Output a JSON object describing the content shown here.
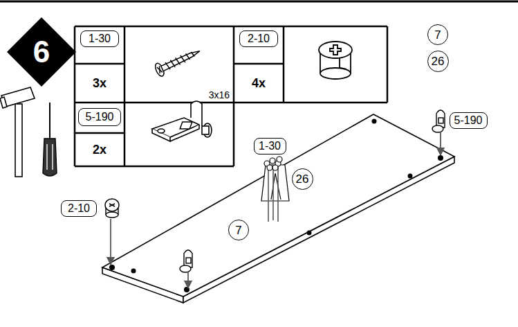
{
  "diagram": {
    "nodes": [
      {
        "text": [
          "6"
        ]
      },
      {
        "text": [
          "1-30"
        ]
      },
      {
        "text": [
          "3x"
        ]
      },
      {
        "text": [
          "3x16"
        ]
      },
      {
        "text": [
          "2-10"
        ]
      },
      {
        "text": [
          "4x"
        ]
      },
      {
        "text": [
          "7"
        ]
      },
      {
        "text": [
          "26"
        ]
      },
      {
        "text": [
          "5-190"
        ]
      },
      {
        "text": [
          "2x"
        ]
      },
      {
        "text": [
          "2-10"
        ]
      },
      {
        "text": [
          "1-30"
        ]
      },
      {
        "text": [
          "26"
        ]
      },
      {
        "text": [
          "5-190"
        ]
      },
      {
        "text": [
          "7"
        ]
      }
    ]
  }
}
